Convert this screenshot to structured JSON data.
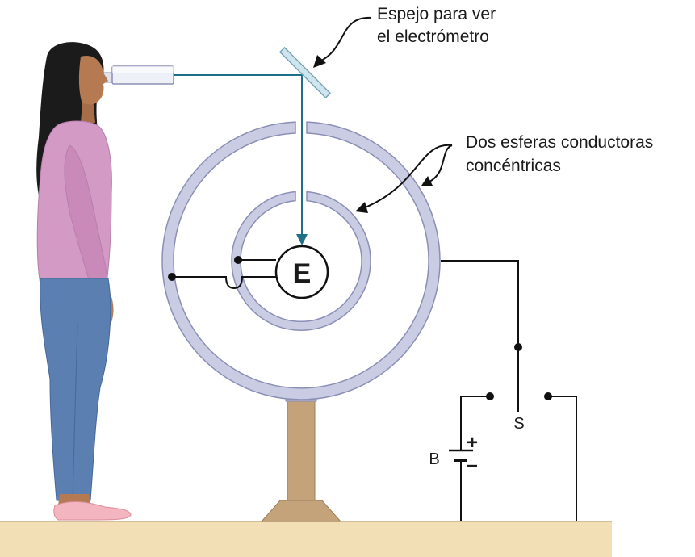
{
  "labels": {
    "mirror_line1": "Espejo para ver",
    "mirror_line2": "el electrómetro",
    "spheres_line1": "Dos esferas conductoras",
    "spheres_line2": "concéntricas",
    "electrometer": "E",
    "battery": "B",
    "battery_plus": "+",
    "battery_minus": "−",
    "switch": "S"
  },
  "colors": {
    "sphere_fill": "#c9cce3",
    "sphere_stroke": "#8b8fb5",
    "light_beam": "#1f6f8b",
    "ground": "#f3dfb6",
    "stand": "#c4a27a",
    "wire": "#111111",
    "shirt": "#d39ac6",
    "jeans": "#5a7fb0",
    "hair": "#1b1b1b",
    "skin": "#b57a52",
    "shoe": "#f3b6c0"
  }
}
